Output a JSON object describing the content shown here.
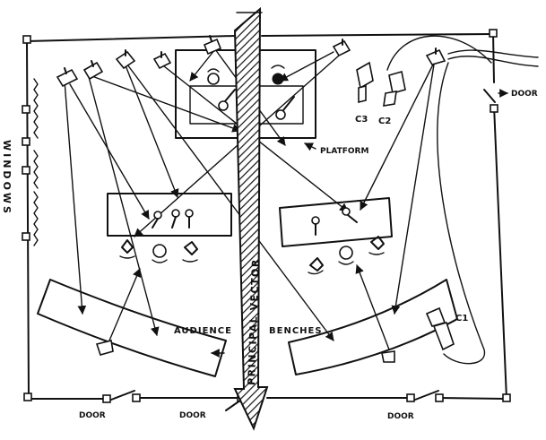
{
  "labels": {
    "platform": "PLATFORM",
    "principal_vector": "PRINCIPAL VECTOR",
    "audience": "AUDIENCE",
    "benches": "BENCHES",
    "windows": "WINDOWS",
    "door_top_right": "DOOR",
    "door_bottom_left": "DOOR",
    "door_bottom_middle": "DOOR",
    "door_bottom_right": "DOOR",
    "camera_c1": "C1",
    "camera_c2": "C2",
    "camera_c3": "C3"
  },
  "icons": {
    "light": "spotlight-icon",
    "microphone": "microphone-icon",
    "camera": "camera-icon",
    "performer": "performer-head-icon",
    "door": "door-icon"
  }
}
